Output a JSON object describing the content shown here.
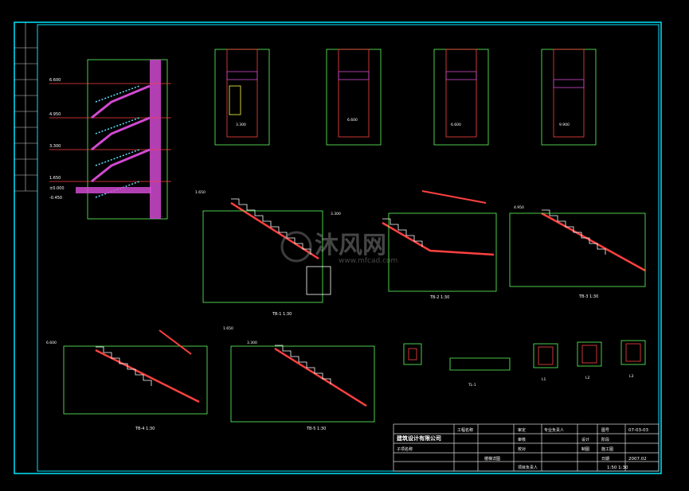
{
  "watermark": {
    "cn": "沐风网",
    "url": "www.mfcad.com"
  },
  "elevations": {
    "main": [
      "6.600",
      "4.950",
      "3.300",
      "1.650",
      "±0.000",
      "-0.450"
    ],
    "plans": [
      "3.300",
      "6.600",
      "6.600",
      "9.900"
    ],
    "sections": [
      "1.650",
      "3.300",
      "4.950",
      "6.600",
      "1.650",
      "3.300"
    ]
  },
  "section_labels": {
    "tb1": "TB-1  1:30",
    "tb2": "TB-2  1:30",
    "tb3": "TB-3  1:30",
    "tb4": "TB-4  1:30",
    "tb5": "TB-5  1:30",
    "tl1": "TL-1",
    "l1": "L1",
    "l2": "L2",
    "l3": "L3"
  },
  "title_block": {
    "company": "建筑设计有限公司",
    "project_name_label": "工程名称",
    "project_name": "",
    "sub_project_label": "子项名称",
    "drawing_title": "楼梯详图",
    "check_label": "审定",
    "review_label": "审核",
    "approve_label": "校对",
    "design_label": "设计",
    "draw_label": "制图",
    "proj_lead_label": "项目负责人",
    "spec_label": "专业负责人",
    "drawing_no_label": "图号",
    "drawing_no": "07-03-03",
    "date_label": "日期",
    "date": "2007.02",
    "stage_label": "阶段",
    "stage": "施工图",
    "scale": "1:50  1:30"
  }
}
